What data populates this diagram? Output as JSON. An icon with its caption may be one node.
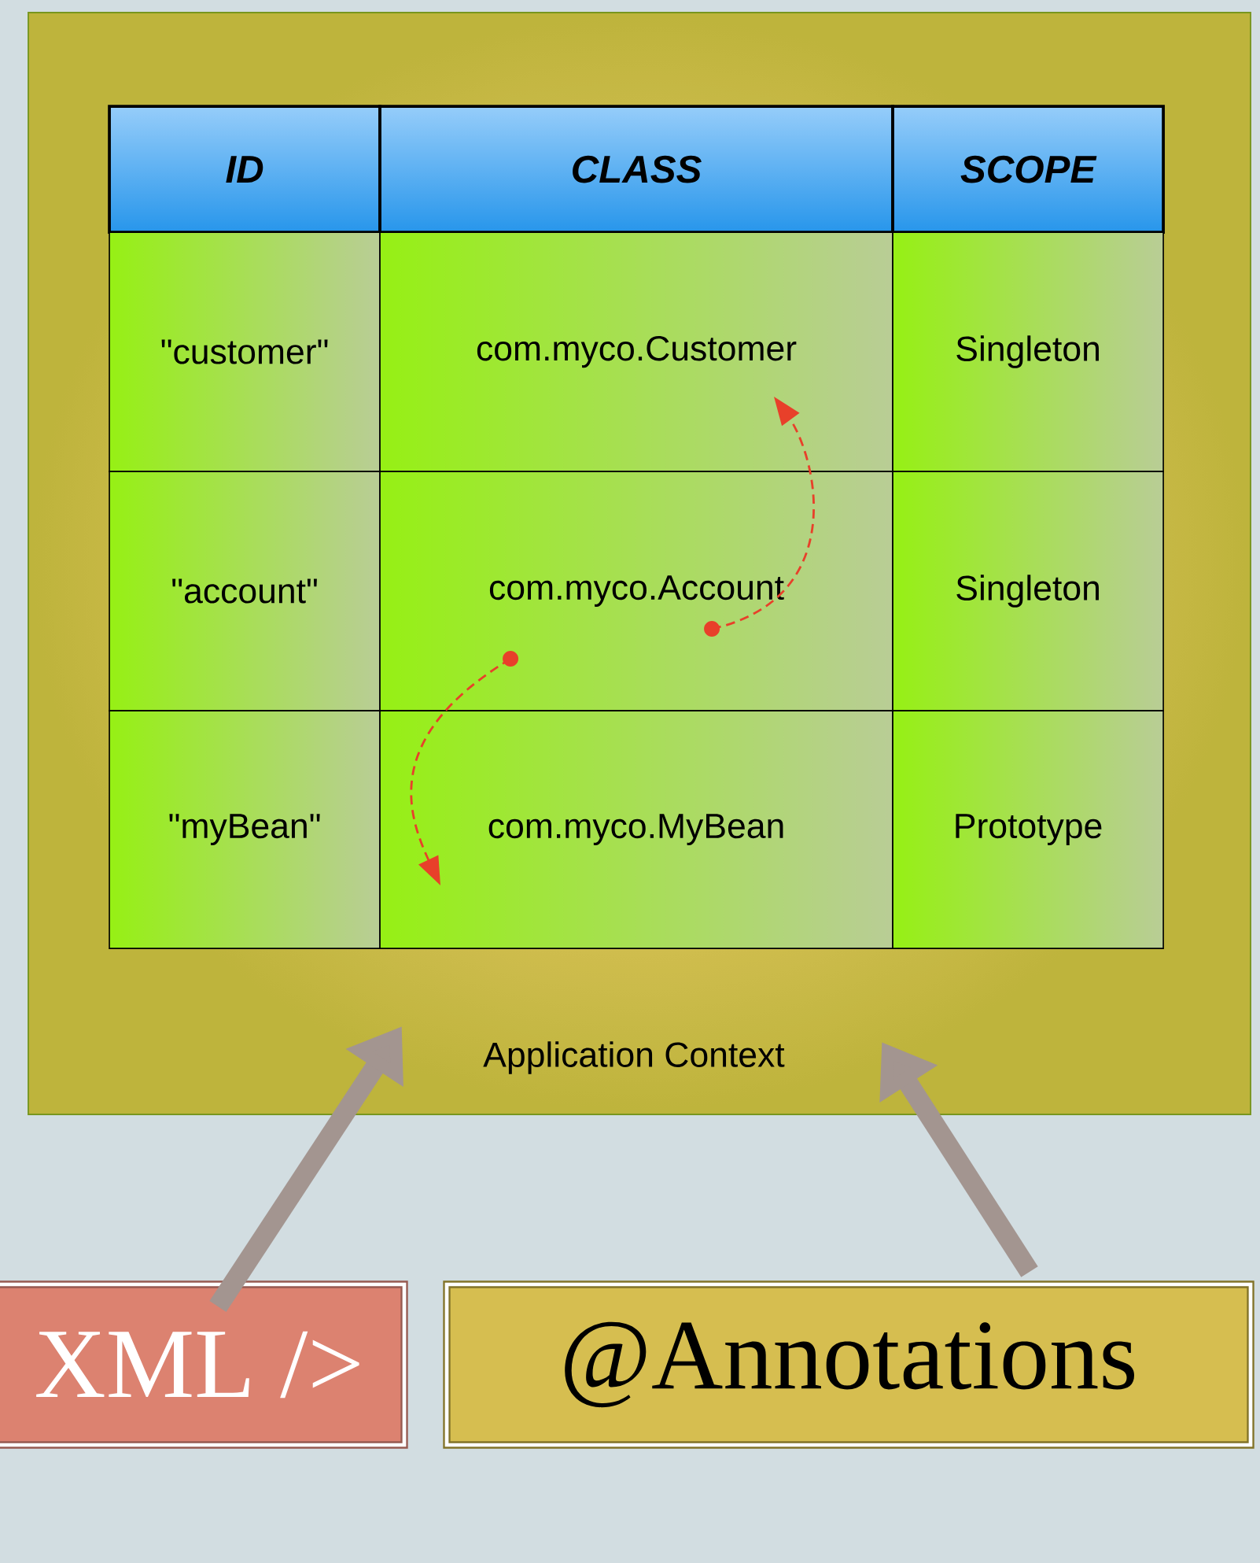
{
  "diagram": {
    "nodes": [
      {
        "text": [
          "Application Context"
        ]
      },
      {
        "text": [
          "ID"
        ],
        "in": 0
      },
      {
        "text": [
          "CLASS"
        ],
        "in": 0
      },
      {
        "text": [
          "SCOPE"
        ],
        "in": 0
      },
      {
        "text": [
          "\"customer\""
        ],
        "in": 0
      },
      {
        "text": [
          "com.myco.Customer"
        ],
        "in": 0
      },
      {
        "text": [
          "Singleton"
        ],
        "in": 0
      },
      {
        "text": [
          "\"account\""
        ],
        "in": 0
      },
      {
        "text": [
          "com.myco.Account"
        ],
        "in": 0
      },
      {
        "text": [
          "Singleton"
        ],
        "in": 0
      },
      {
        "text": [
          "\"myBean\""
        ],
        "in": 0
      },
      {
        "text": [
          "com.myco.MyBean"
        ],
        "in": 0
      },
      {
        "text": [
          "Prototype"
        ],
        "in": 0
      },
      {
        "text": [
          "XML />"
        ]
      },
      {
        "text": [
          "@Annotations"
        ]
      }
    ],
    "edges": [
      {
        "from": 8,
        "to": 5,
        "arrow": "to",
        "style": "dashed",
        "color": "#e8402a"
      },
      {
        "from": 8,
        "to": 11,
        "arrow": "to",
        "style": "dashed",
        "color": "#e8402a"
      },
      {
        "from": 13,
        "to": 0,
        "arrow": "to",
        "style": "thick",
        "color": "#a39590"
      },
      {
        "from": 14,
        "to": 0,
        "arrow": "to",
        "style": "thick",
        "color": "#a39590"
      }
    ]
  }
}
